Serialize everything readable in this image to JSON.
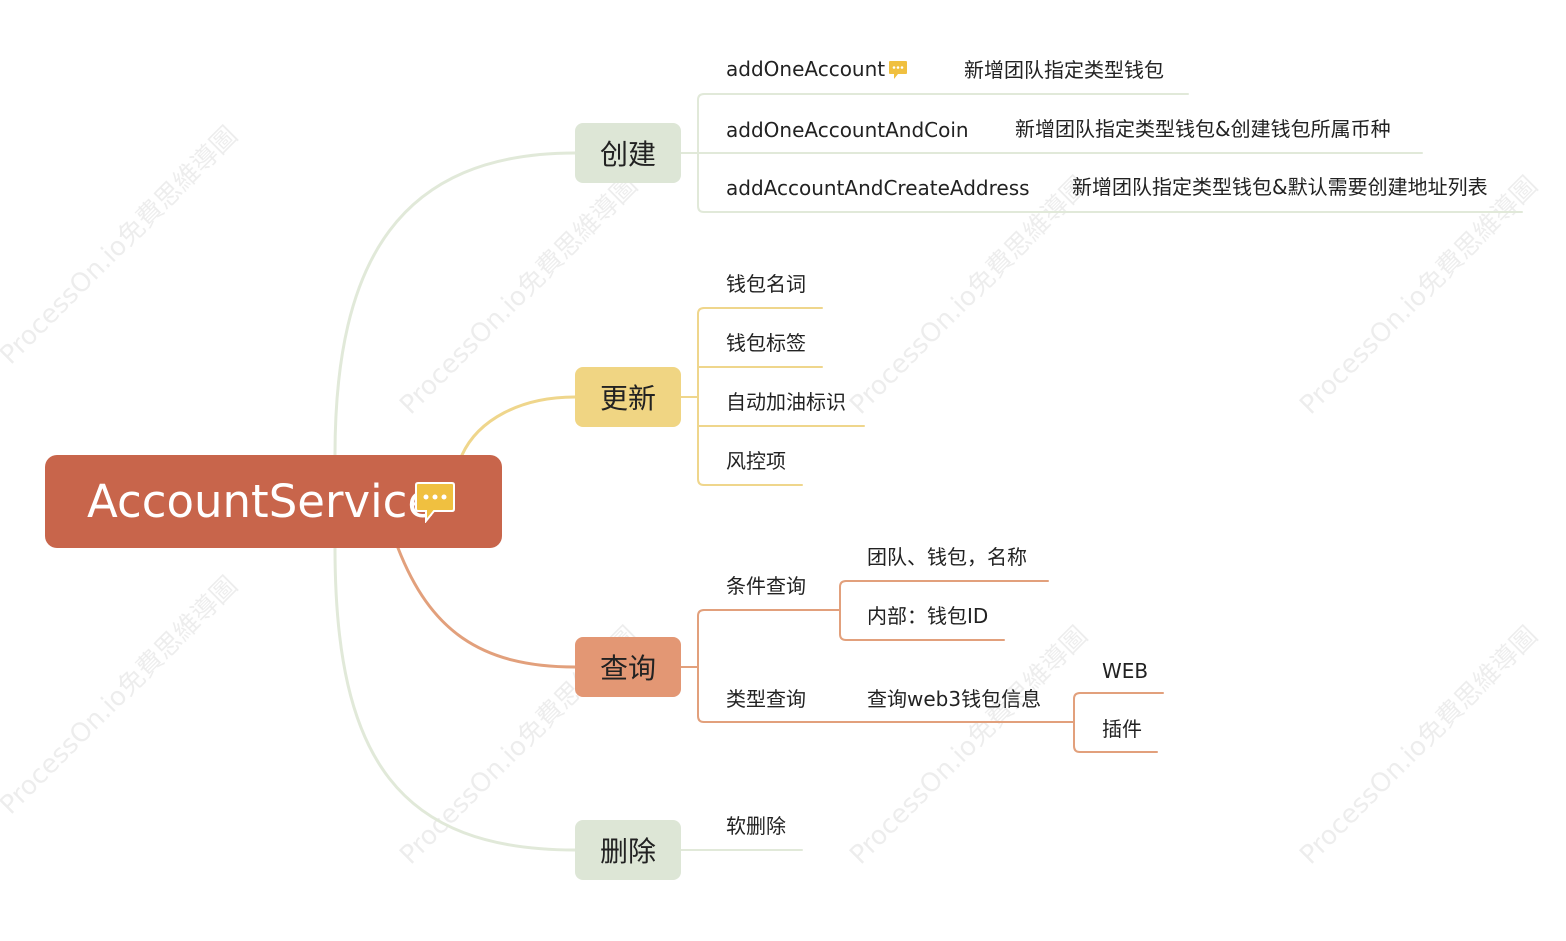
{
  "watermark_text": "ProcessOn.io免費思維導圖",
  "root": {
    "title": "AccountService",
    "comment_icon": "comment-icon"
  },
  "colors": {
    "root": "#c8654b",
    "create": "#dde6d6",
    "update": "#f0d583",
    "query": "#e39774",
    "delete": "#dde6d6",
    "create_line": "#e1e9d9",
    "update_line": "#efd68c",
    "query_line": "#e2a07c",
    "delete_line": "#e1e9d9",
    "comment_icon": "#f0c040"
  },
  "branches": {
    "create": {
      "label": "创建",
      "items": [
        {
          "method": "addOneAccount",
          "desc": "新增团队指定类型钱包"
        },
        {
          "method": "addOneAccountAndCoin",
          "desc": "新增团队指定类型钱包&创建钱包所属币种"
        },
        {
          "method": "addAccountAndCreateAddress",
          "desc": "新增团队指定类型钱包&默认需要创建地址列表"
        }
      ]
    },
    "update": {
      "label": "更新",
      "items": [
        "钱包名词",
        "钱包标签",
        "自动加油标识",
        "风控项"
      ]
    },
    "query": {
      "label": "查询",
      "condition": {
        "label": "条件查询",
        "children": [
          "团队、钱包，名称",
          "内部：钱包ID"
        ]
      },
      "type": {
        "label": "类型查询",
        "detail": "查询web3钱包信息",
        "children": [
          "WEB",
          "插件"
        ]
      }
    },
    "delete": {
      "label": "删除",
      "items": [
        "软删除"
      ]
    }
  }
}
